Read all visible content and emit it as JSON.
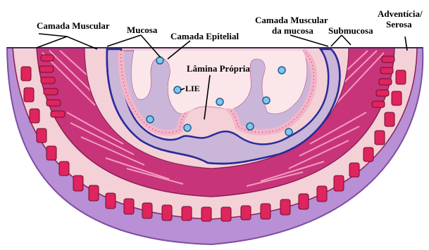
{
  "labels": {
    "camada_muscular": "Camada Muscular",
    "mucosa": "Mucosa",
    "camada_epitelial": "Camada Epitelial",
    "camada_muscular_mucosa_1": "Camada Muscular",
    "camada_muscular_mucosa_2": "da mucosa",
    "submucosa": "Submucosa",
    "adventicia_1": "Adventícia/",
    "adventicia_2": "Serosa",
    "lamina_propria": "Lâmina Própria",
    "lie": "LIE"
  },
  "colors": {
    "serosa": "#b98fd6",
    "serosa_edge": "#7d4ea3",
    "submucosa_fill": "#f3d1d6",
    "muscularis": "#c8347a",
    "muscularis_dark": "#8a1f55",
    "muscle_fiber": "#f19dc0",
    "gland_cell": "#e0245e",
    "lamina_propria": "#c9b6d9",
    "lumen": "#fbe6ea",
    "epithelium": "#f4b4c8",
    "muscularis_mucosae_line": "#2a2a9a",
    "lie_cell": "#7fc7ee"
  }
}
